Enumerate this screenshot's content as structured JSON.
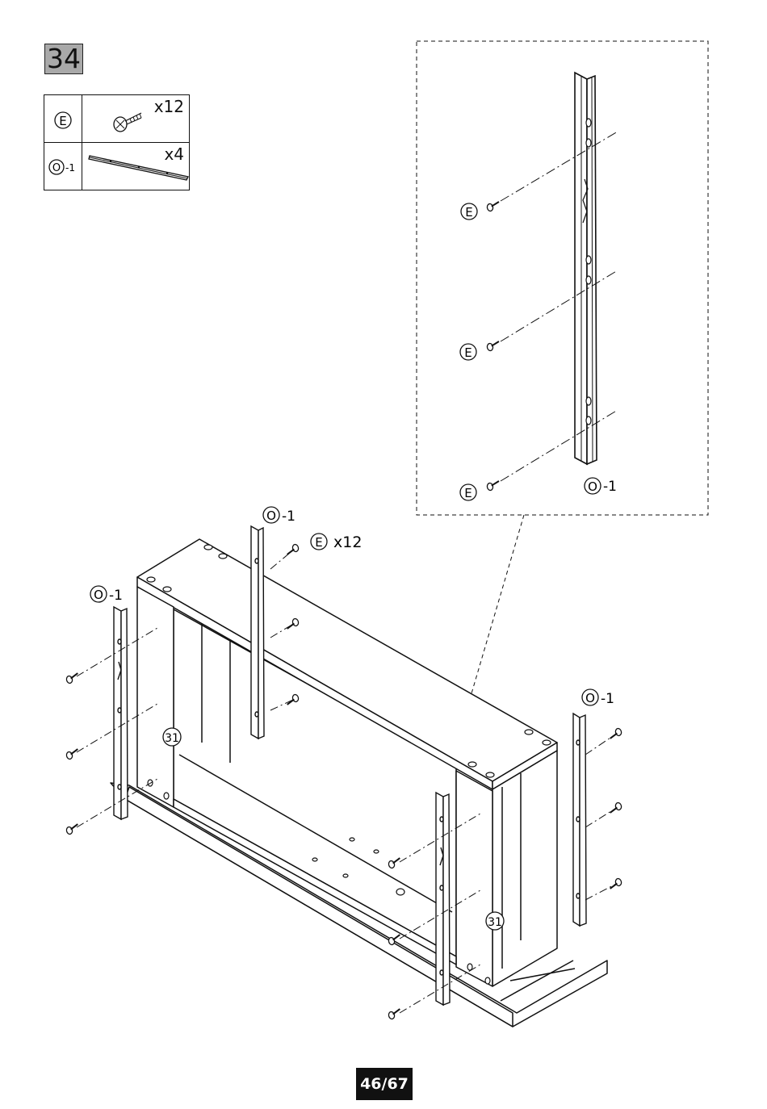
{
  "step": {
    "number": "34"
  },
  "parts": [
    {
      "id": "E",
      "qty": "x12",
      "icon": "screw-icon"
    },
    {
      "id": "O",
      "suffix": "-1",
      "qty": "x4",
      "icon": "slotted-rail-icon"
    }
  ],
  "detail": {
    "screw_labels": [
      "E",
      "E",
      "E"
    ],
    "rail_label": "O",
    "rail_suffix": "-1"
  },
  "main": {
    "rail_callouts": [
      {
        "id": "O",
        "suffix": "-1"
      },
      {
        "id": "O",
        "suffix": "-1"
      },
      {
        "id": "O",
        "suffix": "-1"
      }
    ],
    "screw_callout": {
      "id": "E",
      "qty": "x12"
    },
    "panel_labels": [
      "31",
      "31"
    ]
  },
  "footer": {
    "page": "46/67"
  }
}
